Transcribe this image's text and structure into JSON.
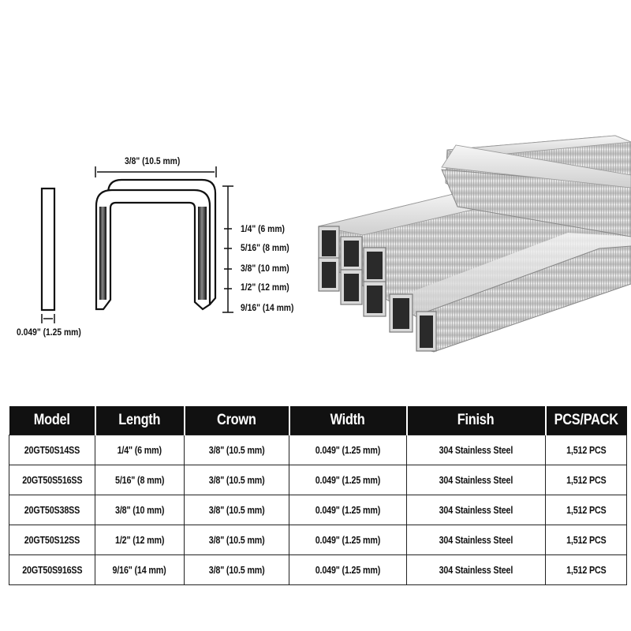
{
  "diagram": {
    "crown_label": "3/8\" (10.5 mm)",
    "width_label": "0.049\" (1.25 mm)",
    "length_labels": [
      "1/4\" (6 mm)",
      "5/16\" (8 mm)",
      "3/8\" (10 mm)",
      "1/2\" (12 mm)",
      "9/16\" (14 mm)"
    ]
  },
  "table": {
    "headers": [
      "Model",
      "Length",
      "Crown",
      "Width",
      "Finish",
      "PCS/PACK"
    ],
    "rows": [
      [
        "20GT50S14SS",
        "1/4\" (6 mm)",
        "3/8\" (10.5 mm)",
        "0.049\" (1.25 mm)",
        "304 Stainless Steel",
        "1,512 PCS"
      ],
      [
        "20GT50S516SS",
        "5/16\" (8 mm)",
        "3/8\" (10.5 mm)",
        "0.049\" (1.25 mm)",
        "304 Stainless Steel",
        "1,512 PCS"
      ],
      [
        "20GT50S38SS",
        "3/8\" (10 mm)",
        "3/8\" (10.5 mm)",
        "0.049\" (1.25 mm)",
        "304 Stainless Steel",
        "1,512 PCS"
      ],
      [
        "20GT50S12SS",
        "1/2\" (12 mm)",
        "3/8\" (10.5 mm)",
        "0.049\" (1.25 mm)",
        "304 Stainless Steel",
        "1,512 PCS"
      ],
      [
        "20GT50S916SS",
        "9/16\" (14 mm)",
        "3/8\" (10.5 mm)",
        "0.049\" (1.25 mm)",
        "304 Stainless Steel",
        "1,512 PCS"
      ]
    ]
  },
  "colors": {
    "header_bg": "#111111",
    "header_text": "#ffffff",
    "steel_light": "#e8e8e8",
    "steel_dark": "#6f6f6f"
  }
}
